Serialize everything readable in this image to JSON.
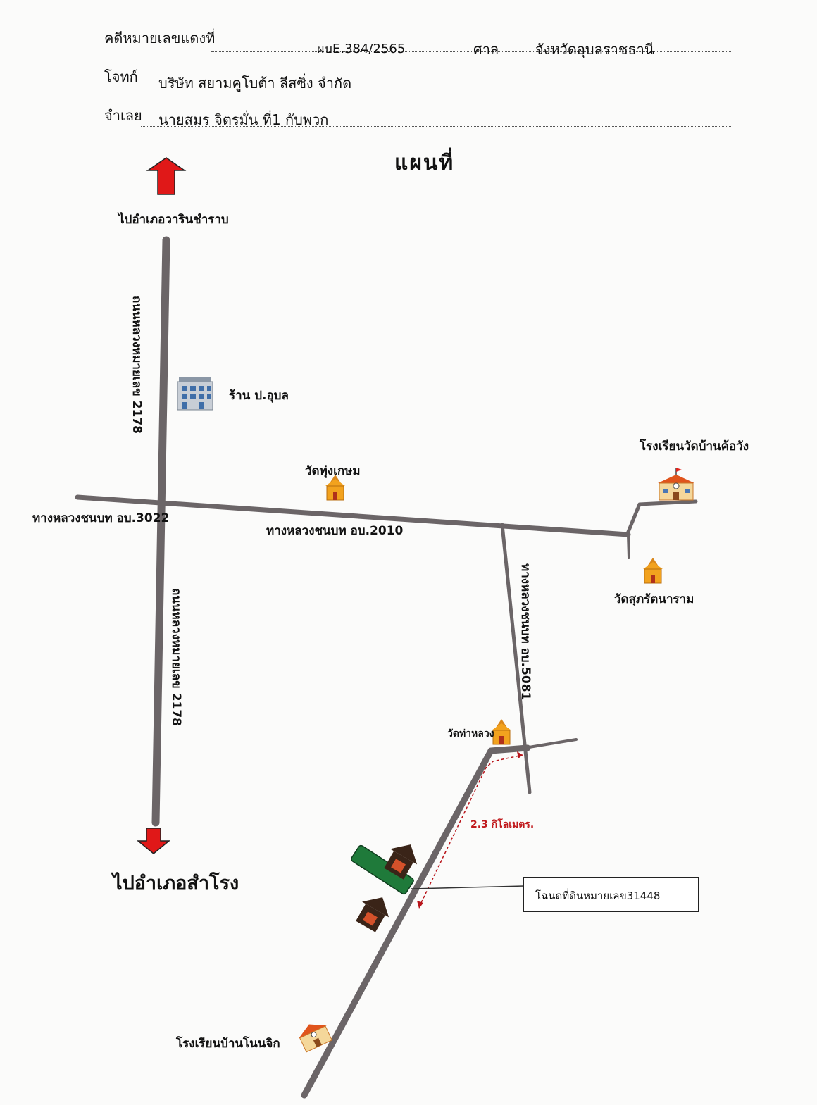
{
  "header": {
    "case_label": "คดีหมายเลขแดงที่",
    "case_number": "ผบE.384/2565",
    "court_label": "ศาล",
    "court_name": "จังหวัดอุบลราชธานี",
    "plaintiff_label": "โจทก์",
    "plaintiff_name": "บริษัท สยามคูโบต้า ลีสซิ่ง จำกัด",
    "defendant_label": "จำเลย",
    "defendant_name": "นายสมร จิตรมั่น ที่1 กับพวก"
  },
  "map": {
    "title": "แผนที่",
    "to_north": "ไปอำเภอวารินชำราบ",
    "to_south": "ไปอำเภอสำโรง",
    "road_2178": "ถนนหลวงหมายเลข 2178",
    "road_3022": "ทางหลวงชนบท อบ.3022",
    "road_2010": "ทางหลวงชนบท อบ.2010",
    "road_5081": "ทางหลวงชนบท อบ.5081",
    "shop": "ร้าน ป.อุบล",
    "temple_thung_kasem": "วัดทุ่งเกษม",
    "school_ban_kho_wang": "โรงเรียนวัดบ้านค้อวัง",
    "temple_suphrattanaram": "วัดสุภรัตนาราม",
    "temple_tha_luang": "วัดท่าหลวง",
    "distance": "2.3 กิโลเมตร.",
    "deed_label": "โฉนดที่ดินหมายเลข31448",
    "school_ban_non_chik": "โรงเรียนบ้านโนนจิก",
    "colors": {
      "road": "#6b6567",
      "arrow": "#e01818",
      "parcel": "#1f7a3a",
      "house": "#3a2418",
      "temple": "#f2a21e",
      "school_roof": "#e0541c"
    }
  }
}
